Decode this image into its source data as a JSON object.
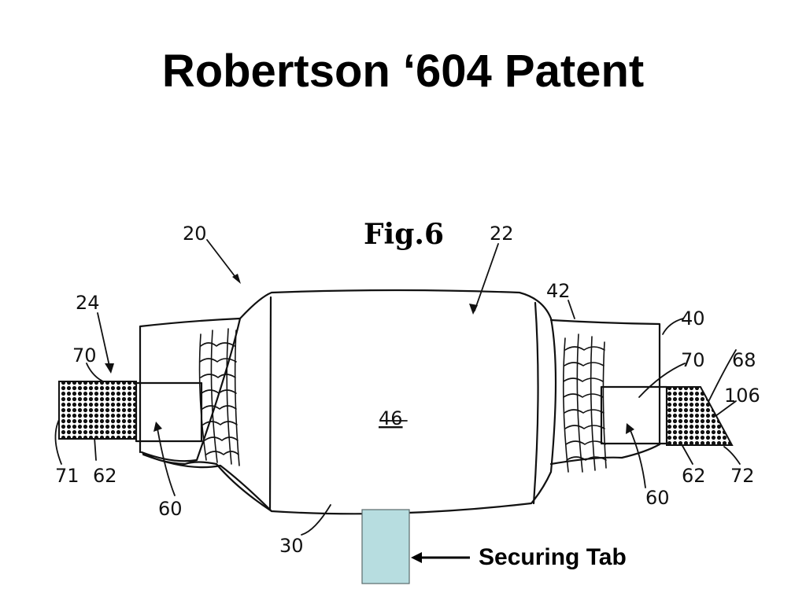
{
  "slide": {
    "title": "Robertson ‘604 Patent"
  },
  "figure": {
    "label": "Fig.6",
    "reference_numerals": [
      "20",
      "22",
      "24",
      "70",
      "42",
      "40",
      "70",
      "68",
      "106",
      "46",
      "71",
      "62",
      "60",
      "62",
      "72",
      "60",
      "30"
    ]
  },
  "annotation": {
    "label": "Securing Tab",
    "tab_color": "#b7dde0"
  },
  "colors": {
    "ink": "#111111",
    "tab_fill": "#b7dde0",
    "tab_border": "#5a6a6c"
  }
}
